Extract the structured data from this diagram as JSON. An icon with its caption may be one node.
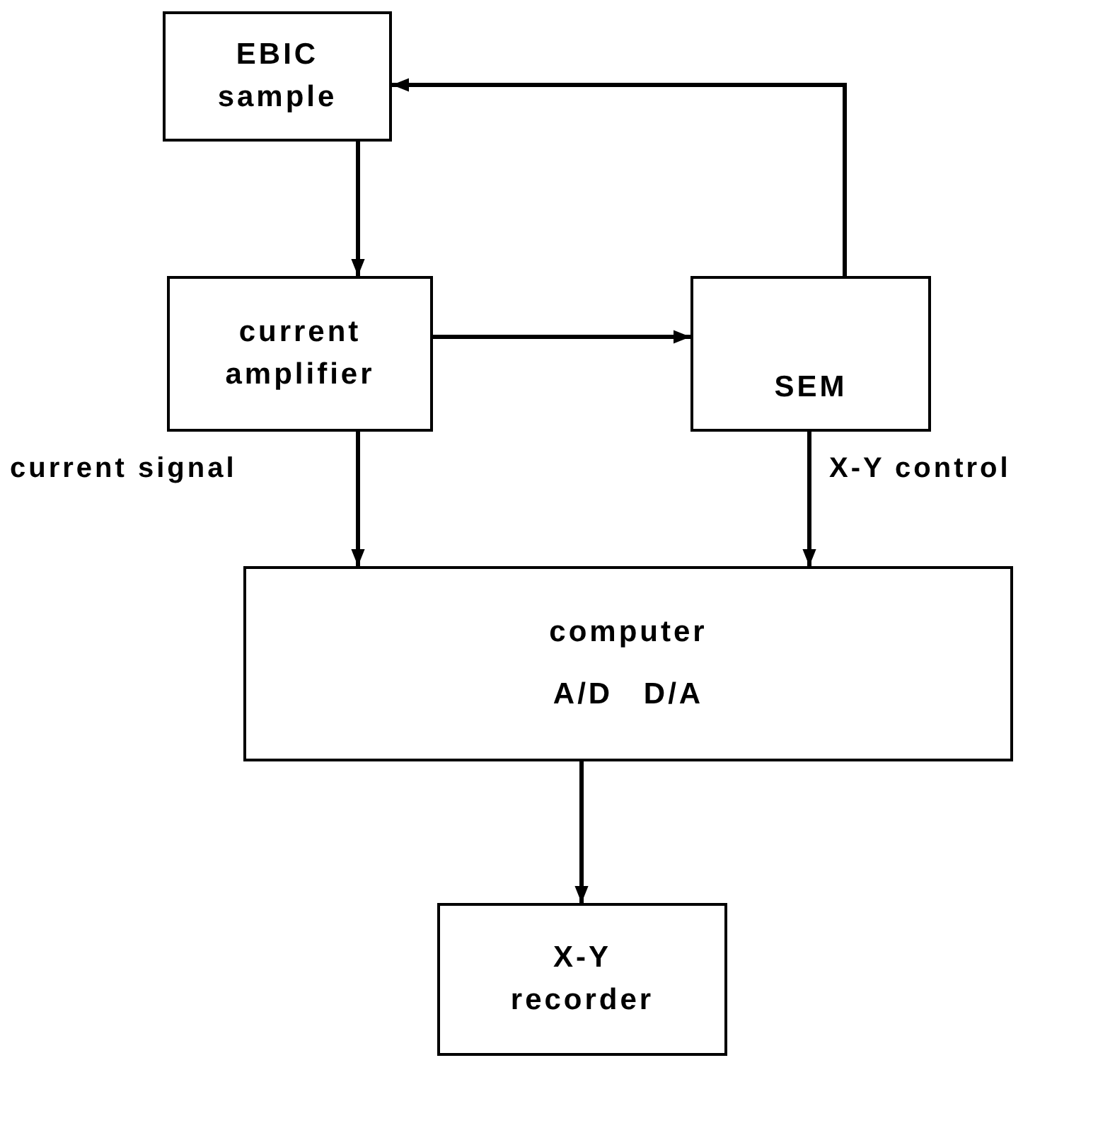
{
  "diagram": {
    "nodes": [
      {
        "text": [
          "EBIC sample"
        ]
      },
      {
        "text": [
          "current amplifier"
        ]
      },
      {
        "text": [
          "SEM"
        ]
      },
      {
        "text": [
          "computer",
          "A/D D/A"
        ]
      },
      {
        "text": [
          "X-Y recorder"
        ]
      }
    ],
    "edges": [
      {
        "from": 0,
        "to": 1,
        "arrow": "to"
      },
      {
        "from": 1,
        "to": 2,
        "arrow": "to"
      },
      {
        "from": 2,
        "to": 0,
        "arrow": "to"
      },
      {
        "from": 1,
        "to": 3,
        "arrow": "to",
        "label": "current signal"
      },
      {
        "from": 2,
        "to": 3,
        "arrow": "to",
        "label": "X-Y control"
      },
      {
        "from": 3,
        "to": 4,
        "arrow": "to"
      }
    ]
  }
}
